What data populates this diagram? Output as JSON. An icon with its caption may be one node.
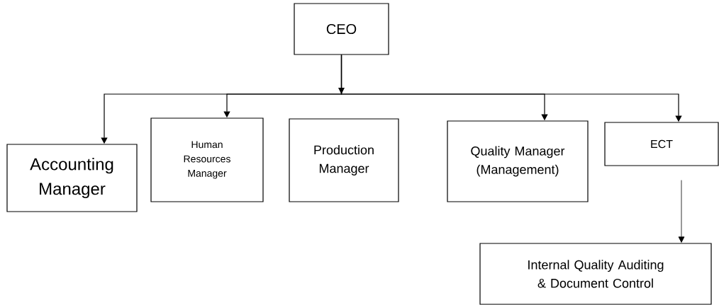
{
  "diagram": {
    "nodes": [
      {
        "text": [
          "CEO"
        ]
      },
      {
        "text": [
          "Accounting Manager"
        ]
      },
      {
        "text": [
          "Human Resources Manager"
        ]
      },
      {
        "text": [
          "Production Manager"
        ]
      },
      {
        "text": [
          "Quality Manager (Management)"
        ]
      },
      {
        "text": [
          "ECT"
        ]
      },
      {
        "text": [
          "Internal Quality Auditing & Document Control"
        ]
      }
    ],
    "edges": [
      {
        "from": 0,
        "to": 1,
        "arrow": "to"
      },
      {
        "from": 0,
        "to": 2,
        "arrow": "to"
      },
      {
        "from": 0,
        "to": 4,
        "arrow": "to"
      },
      {
        "from": 0,
        "to": 5,
        "arrow": "to"
      },
      {
        "from": 5,
        "to": 6,
        "arrow": "to"
      }
    ]
  }
}
